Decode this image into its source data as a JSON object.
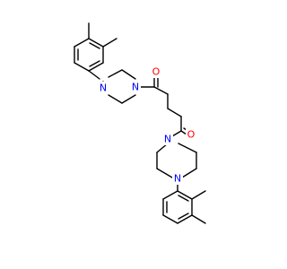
{
  "colors": {
    "bond": "#000000",
    "nitrogen": "#0000ff",
    "oxygen": "#ff0000",
    "background": "#ffffff"
  },
  "atoms": {
    "n1_label": "N",
    "n2_label": "N",
    "n3_label": "N",
    "n4_label": "N",
    "o1_label": "O",
    "o2_label": "O"
  }
}
